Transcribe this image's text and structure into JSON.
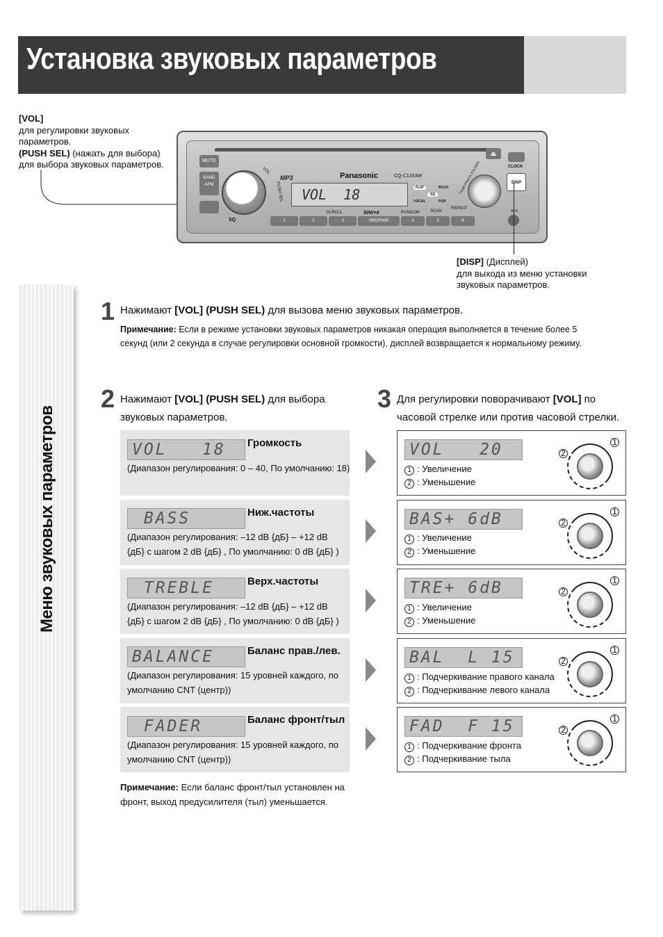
{
  "header": {
    "title": "Установка звуковых параметров"
  },
  "vol_note": {
    "key": "[VOL]",
    "line1": "для регулировки звуковых",
    "line2": "параметров.",
    "push_key": "(PUSH SEL)",
    "push_text": " (нажать для выбора)",
    "line4": "для выбора звуковых параметров."
  },
  "device": {
    "brand": "Panasonic",
    "model": "CQ-C1333W",
    "mp3": "MP3",
    "display": "VOL  18",
    "buttons": {
      "mute": "MUTE",
      "band": "BAND",
      "apm": "APM",
      "sq": "SQ",
      "clock": "CLOCK",
      "disp": "DISP",
      "aux": "AUX",
      "scroll": "SCROLL",
      "watt": "50W×4",
      "random": "RANDOM",
      "scan": "SCAN",
      "repeat": "REPEAT",
      "src": "SRC/PWR",
      "vol": "VOL",
      "pushsel": "PUSH SEL",
      "tune": "TUNE/TRACK FOLDER",
      "flat": "FLAT",
      "rock": "ROCK",
      "vocal": "VOCAL",
      "pop": "POP",
      "sq2": "SQ"
    },
    "presets": [
      "1",
      "2",
      "3",
      "4",
      "5",
      "6"
    ]
  },
  "disp_note": {
    "key": "[DISP]",
    "key_text": " (Дисплей)",
    "line2": "для выхода из меню установки",
    "line3": "звуковых параметров."
  },
  "sidebar": {
    "text": "Меню звуковых параметров"
  },
  "step1": {
    "num": "1",
    "pre": "Нажимают ",
    "key": "[VOL] (PUSH SEL)",
    "post": " для вызова меню звуковых параметров.",
    "note_label": "Примечание:",
    "note_line1": " Если в режиме установки звуковых параметров никакая операция выполняется в течение более 5",
    "note_line2": "секунд (или 2 секунда в случае регулировки основной громкости), дисплей возвращается к нормальному режиму."
  },
  "step2": {
    "num": "2",
    "pre": "Нажимают ",
    "key": "[VOL] (PUSH SEL)",
    "post": " для выбора",
    "line2": "звуковых параметров."
  },
  "step3": {
    "num": "3",
    "pre": "Для регулировки поворачивают ",
    "key": "[VOL]",
    "post": " по",
    "line2": "часовой стрелке или против часовой стрелки."
  },
  "params": [
    {
      "lcd": "VOL   18",
      "name": "Громкость",
      "range1": "(Диапазон регулирования: 0 – 40, По умолчанию: 18)",
      "range2": ""
    },
    {
      "lcd": " BASS",
      "name": "Ниж.частоты",
      "range1": "(Диапазон регулирования: –12 dB {дБ} – +12 dB",
      "range2": "{дБ} с шагом 2 dB {дБ} , По умолчанию: 0 dB {дБ} )"
    },
    {
      "lcd": " TREBLE",
      "name": "Верх.частоты",
      "range1": "(Диапазон регулирования: –12 dB {дБ} – +12 dB",
      "range2": "{дБ} с шагом 2 dB {дБ} , По умолчанию: 0 dB {дБ} )"
    },
    {
      "lcd": "BALANCE",
      "name": "Баланс прав./лев.",
      "range1": "(Диапазон регулирования: 15 уровней каждого, по",
      "range2": "умолчанию CNT (центр))"
    },
    {
      "lcd": " FADER",
      "name": "Баланс фронт/тыл",
      "range1": "(Диапазон регулирования: 15 уровней каждого, по",
      "range2": "умолчанию CNT (центр))"
    }
  ],
  "results": [
    {
      "lcd": "VOL   20",
      "opt1": ": Увеличение",
      "opt2": ": Уменьшение"
    },
    {
      "lcd": "BAS+ 6dB",
      "opt1": ": Увеличение",
      "opt2": ": Уменьшение"
    },
    {
      "lcd": "TRE+ 6dB",
      "opt1": ": Увеличение",
      "opt2": ": Уменьшение"
    },
    {
      "lcd": "BAL  L 15",
      "opt1": ": Подчеркивание правого канала",
      "opt2": ": Подчеркивание левого канала"
    },
    {
      "lcd": "FAD  F 15",
      "opt1": ": Подчеркивание фронта",
      "opt2": ": Подчеркивание тыла"
    }
  ],
  "circ1": "1",
  "circ2": "2",
  "bottom_note": {
    "label": "Примечание:",
    "line1": " Если баланс фронт/тыл установлен на",
    "line2": "фронт, выход предусилителя (тыл) уменьшается."
  }
}
